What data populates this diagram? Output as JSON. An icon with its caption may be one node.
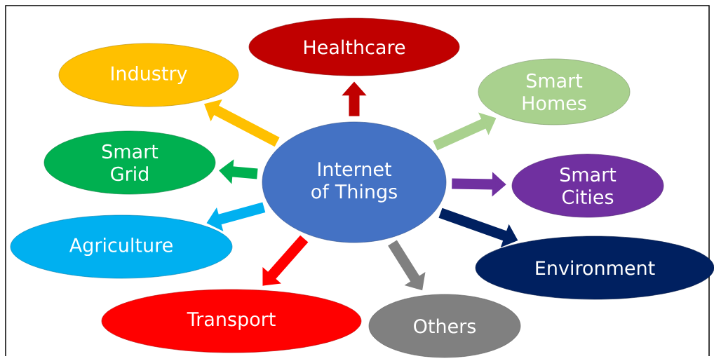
{
  "diagram": {
    "nodes": [
      {
        "text": [
          "Internet of Things"
        ]
      },
      {
        "text": [
          "Healthcare"
        ]
      },
      {
        "text": [
          "Industry"
        ]
      },
      {
        "text": [
          "Smart Homes"
        ]
      },
      {
        "text": [
          "Smart Grid"
        ]
      },
      {
        "text": [
          "Smart Cities"
        ]
      },
      {
        "text": [
          "Agriculture"
        ]
      },
      {
        "text": [
          "Environment"
        ]
      },
      {
        "text": [
          "Transport"
        ]
      },
      {
        "text": [
          "Others"
        ]
      }
    ],
    "edges": [
      {
        "from": 0,
        "to": 1,
        "arrow": "to",
        "color": "#c00000"
      },
      {
        "from": 0,
        "to": 2,
        "arrow": "to",
        "color": "#ffc000"
      },
      {
        "from": 0,
        "to": 3,
        "arrow": "to",
        "color": "#a9d18e"
      },
      {
        "from": 0,
        "to": 4,
        "arrow": "to",
        "color": "#00b050"
      },
      {
        "from": 0,
        "to": 5,
        "arrow": "to",
        "color": "#7030a0"
      },
      {
        "from": 0,
        "to": 6,
        "arrow": "to",
        "color": "#00b0f0"
      },
      {
        "from": 0,
        "to": 7,
        "arrow": "to",
        "color": "#002060"
      },
      {
        "from": 0,
        "to": 8,
        "arrow": "to",
        "color": "#ff0000"
      },
      {
        "from": 0,
        "to": 9,
        "arrow": "to",
        "color": "#808080"
      }
    ]
  }
}
